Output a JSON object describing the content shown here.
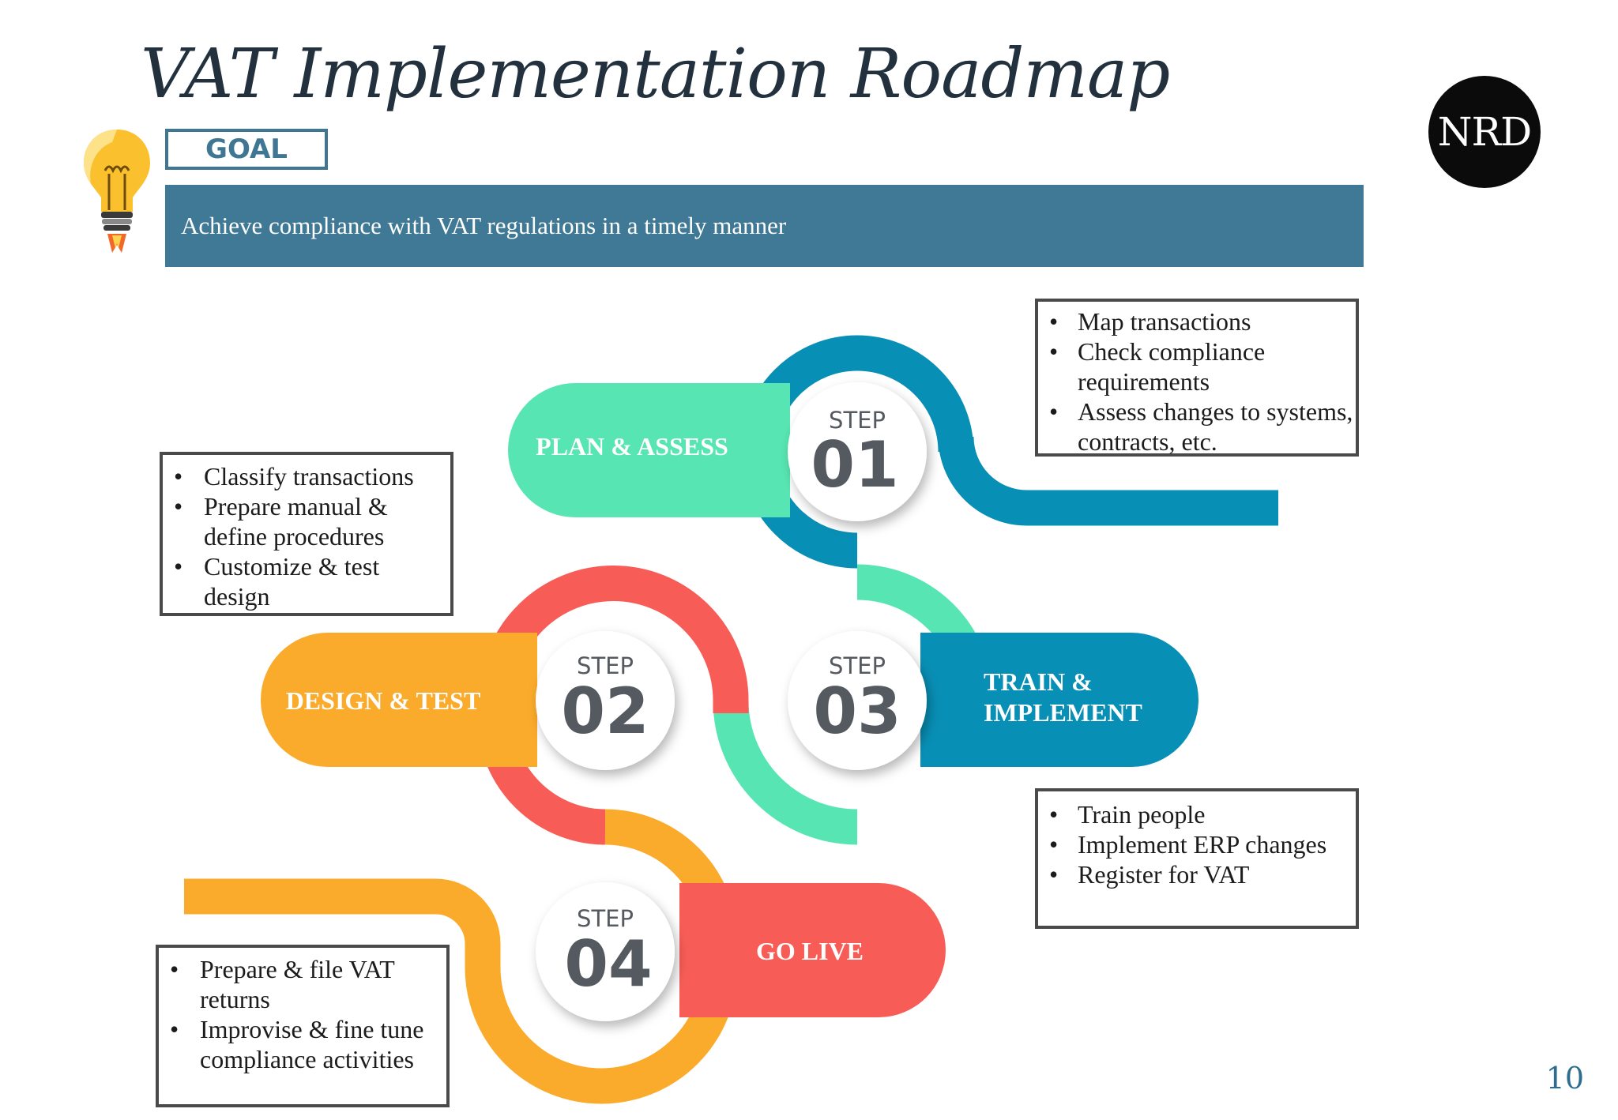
{
  "title": "VAT Implementation Roadmap",
  "logo_text": "NRD",
  "goal": {
    "label": "GOAL",
    "text": "Achieve compliance with VAT regulations in a timely manner"
  },
  "steps": [
    {
      "step_word": "STEP",
      "number": "01",
      "name": "PLAN & ASSESS",
      "color": "#57e6b3",
      "items": [
        "Map transactions",
        "Check compliance requirements",
        "Assess changes to systems, contracts, etc."
      ]
    },
    {
      "step_word": "STEP",
      "number": "02",
      "name": "DESIGN & TEST",
      "color": "#fbab2b",
      "items": [
        "Classify transactions",
        "Prepare manual & define procedures",
        "Customize & test design"
      ]
    },
    {
      "step_word": "STEP",
      "number": "03",
      "name_line1": "TRAIN &",
      "name_line2": "IMPLEMENT",
      "color": "#088fb5",
      "items": [
        "Train people",
        "Implement ERP changes",
        "Register for VAT"
      ]
    },
    {
      "step_word": "STEP",
      "number": "04",
      "name": "GO LIVE",
      "color": "#f75d56",
      "items": [
        "Prepare & file VAT returns",
        "Improvise & fine tune compliance activities"
      ]
    }
  ],
  "colors": {
    "banner": "#407996",
    "blue_track": "#088fb5",
    "teal_pill": "#57e6b3",
    "red_track": "#f75d56",
    "orange_track": "#fbab2b"
  },
  "page_number": "10"
}
